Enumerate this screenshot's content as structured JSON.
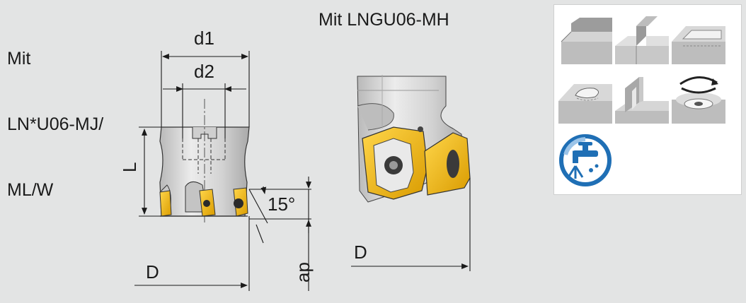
{
  "left_title": {
    "line1": "Mit",
    "line2": "LN*U06-MJ/",
    "line3": "ML/W"
  },
  "right_title": "Mit LNGU06-MH",
  "dimensions": {
    "d1": "d1",
    "d2": "d2",
    "L": "L",
    "angle": "15°",
    "D_left": "D",
    "ap": "ap",
    "D_right": "D"
  },
  "colors": {
    "background": "#e3e4e4",
    "insert": "#f2b705",
    "tool_body": "#d6d6d6",
    "icon_blue": "#1f6fb5"
  },
  "operation_icons": [
    "face-milling-icon",
    "slot-milling-icon",
    "pocket-milling-icon",
    "plunge-pocket-icon",
    "shoulder-milling-icon",
    "circular-interpolation-icon",
    "internal-coolant-icon"
  ]
}
